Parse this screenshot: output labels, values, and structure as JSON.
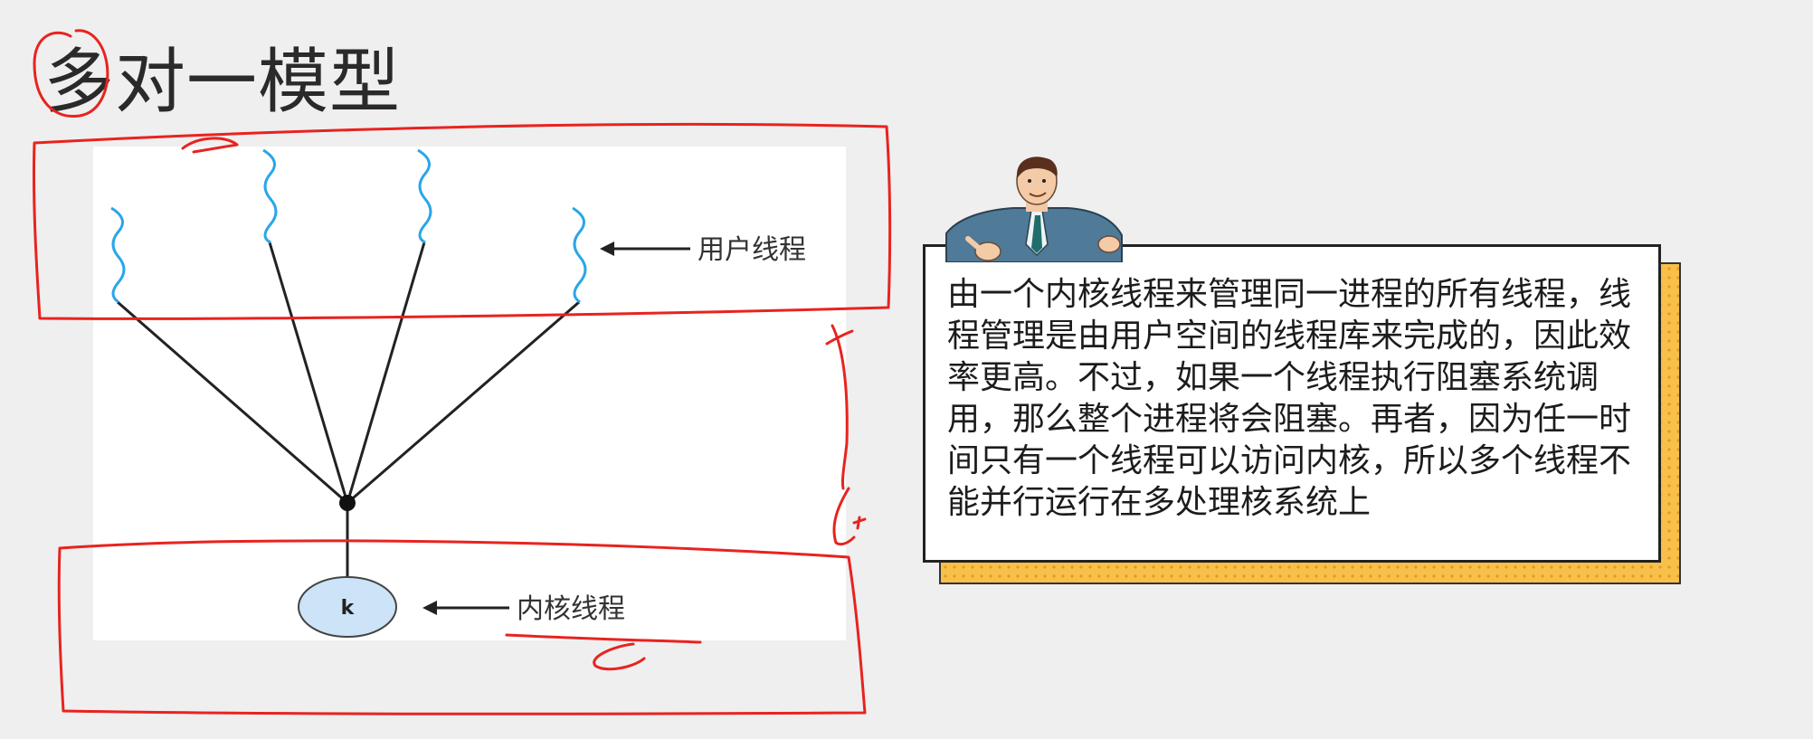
{
  "title": "多对一模型",
  "diagram": {
    "user_thread_label": "用户线程",
    "kernel_thread_label": "内核线程",
    "kernel_node_letter": "k"
  },
  "callout": {
    "text": "由一个内核线程来管理同一进程的所有线程，线程管理是由用户空间的线程库来完成的，因此效率更高。不过，如果一个线程执行阻塞系统调用，那么整个进程将会阻塞。再者，因为任一时间只有一个线程可以访问内核，所以多个线程不能并行运行在多处理核系统上"
  },
  "colors": {
    "thread_wave": "#2aa6e8",
    "kernel_node_fill": "#cde3f7",
    "annotation": "#e8231f",
    "callout_shadow": "#f8c04a"
  },
  "icons": [
    "presenter-character-icon",
    "arrow-left-icon"
  ]
}
